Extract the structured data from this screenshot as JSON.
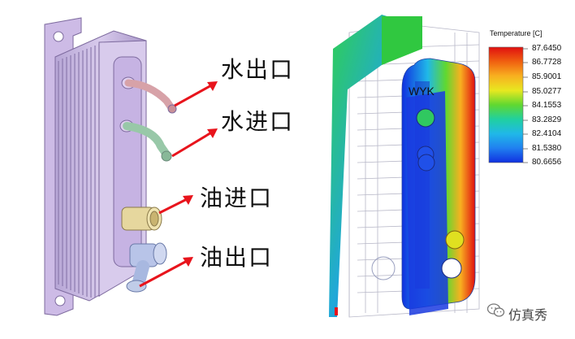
{
  "labels": {
    "water_outlet": "水出口",
    "water_inlet": "水进口",
    "oil_inlet": "油进口",
    "oil_outlet": "油出口"
  },
  "annotation": "WYK",
  "legend": {
    "title": "Temperature [C]",
    "values": [
      "87.6450",
      "86.7728",
      "85.9001",
      "85.0277",
      "84.1553",
      "83.2829",
      "82.4104",
      "81.5380",
      "80.6656"
    ],
    "colors": [
      "#e01010",
      "#f06010",
      "#f8b020",
      "#e8e820",
      "#60d830",
      "#20d0a0",
      "#20b8e8",
      "#2080f0",
      "#1030e0"
    ]
  },
  "watermark": {
    "text": "仿真秀",
    "icon": "wechat-icon"
  },
  "colors": {
    "arrow": "#e8141c",
    "cooler_body": "#c9b7e3",
    "cooler_edge": "#7d6a9e"
  }
}
